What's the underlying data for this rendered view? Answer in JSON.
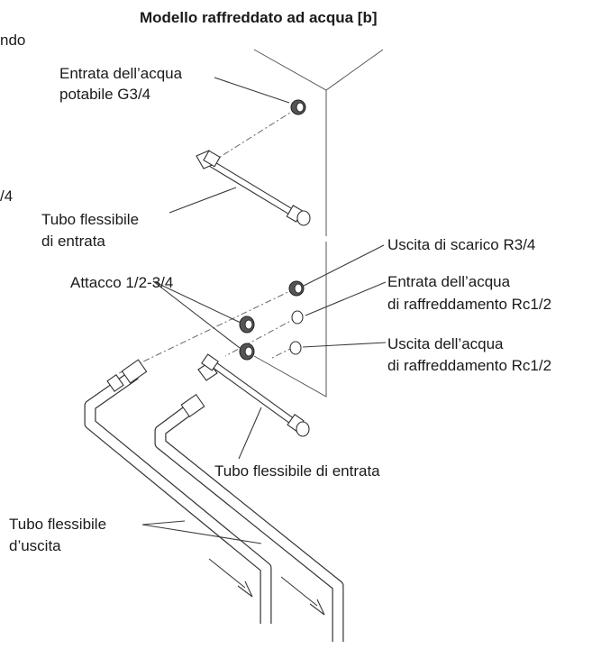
{
  "title": "Modello raffreddato ad acqua [b]",
  "cut_text": {
    "left_top": "ndo",
    "left_mid": "/4"
  },
  "labels": {
    "potable_inlet": [
      "Entrata dell’acqua",
      "potabile G3/4"
    ],
    "inlet_hose_top": [
      "Tubo flessibile",
      "di entrata"
    ],
    "drain_outlet": "Uscita di scarico R3/4",
    "fitting": "Attacco 1/2-3/4",
    "cooling_inlet": [
      "Entrata dell’acqua",
      "di raffreddamento Rc1/2"
    ],
    "cooling_outlet": [
      "Uscita dell’acqua",
      "di raffreddamento Rc1/2"
    ],
    "inlet_hose_bottom": "Tubo flessibile di entrata",
    "outlet_hose": [
      "Tubo flessibile",
      "d’uscita"
    ]
  }
}
